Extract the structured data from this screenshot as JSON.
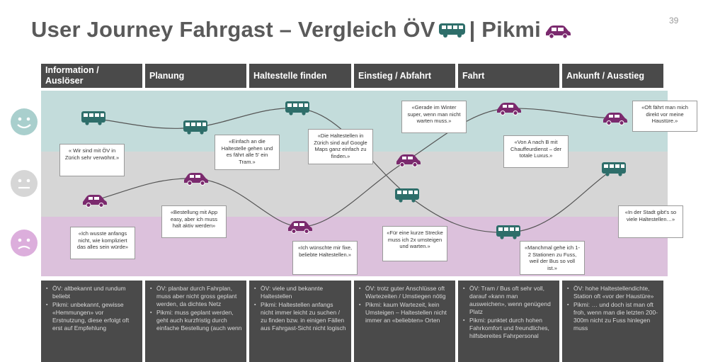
{
  "page": {
    "number": "39"
  },
  "title": {
    "main": "User Journey Fahrgast – Vergleich ÖV",
    "sep": "| Pikmi"
  },
  "colors": {
    "bus": "#2e6e6a",
    "car": "#7b2a6e",
    "band_good": "#c3dcdb",
    "band_neutral": "#d6d6d6",
    "band_bad": "#dcc1dc",
    "header": "#4a4a4a"
  },
  "icons": {
    "bus": "bus-icon",
    "car": "car-icon"
  },
  "phases": [
    {
      "label": "Information / Auslöser"
    },
    {
      "label": "Planung"
    },
    {
      "label": "Haltestelle finden"
    },
    {
      "label": "Einstieg / Abfahrt"
    },
    {
      "label": "Fahrt"
    },
    {
      "label": "Ankunft / Ausstieg"
    }
  ],
  "moods": [
    "happy-face-icon",
    "neutral-face-icon",
    "sad-face-icon"
  ],
  "quotes": [
    "« Wir sind mit ÖV in Zürich sehr verwöhnt.»",
    "«Ich wusste anfangs nicht, wie kompliziert das alles sein würde»",
    "«Einfach an die Haltestelle gehen und es fährt alle 5’ ein Tram.»",
    "«Bestellung mit App easy, aber ich muss halt aktiv werden»",
    "«Die Haltestellen in Zürich sind auf Google Maps ganz einfach zu finden.»",
    "«Ich wünschte mir fixe, beliebte Haltestellen.»",
    "«Gerade im Winter super, wenn man nicht warten muss.»",
    "«Für eine kurze Strecke muss ich 2x umsteigen und warten.»",
    "«Von A nach B mit Chauffeurdienst – der totale Luxus.»",
    "«Manchmal gehe ich 1-2 Stationen zu Fuss, weil der Bus so voll ist.»",
    "«Oft fährt man mich direkt vor meine Haustüre.»",
    "«In der Stadt gibt’s so viele Haltestellen…»"
  ],
  "notes": [
    [
      "ÖV: altbekannt und rundum beliebt",
      "Pikmi: unbekannt, gewisse «Hemmungen» vor Erstnutzung, diese erfolgt oft erst auf Empfehlung"
    ],
    [
      "ÖV: planbar durch Fahrplan, muss aber nicht gross geplant werden, da dichtes Netz",
      "Pikmi: muss geplant werden, geht auch kurzfristig durch einfache Bestellung (auch wenn"
    ],
    [
      "ÖV: viele und bekannte Haltestellen",
      "Pikmi: Haltestellen anfangs nicht immer leicht zu suchen / zu finden bzw. in einigen Fällen aus Fahrgast-Sicht nicht logisch"
    ],
    [
      "ÖV: trotz guter Anschlüsse oft Wartezeiten / Umstiegen nötig",
      "Pikmi: kaum Wartezeit, kein Umsteigen – Haltestellen nicht immer an «beliebten» Orten"
    ],
    [
      "ÖV: Tram / Bus oft sehr voll, darauf «kann man ausweichen», wenn genügend Platz",
      "Pikmi: punktet durch hohen Fahrkomfort und freundliches, hilfsbereites Fahrpersonal"
    ],
    [
      "ÖV: hohe Haltestellendichte, Station oft «vor der Haustüre»",
      "Pikmi: … und doch ist man oft froh, wenn man die letzten 200-300m nicht zu Fuss hinlegen muss"
    ]
  ]
}
